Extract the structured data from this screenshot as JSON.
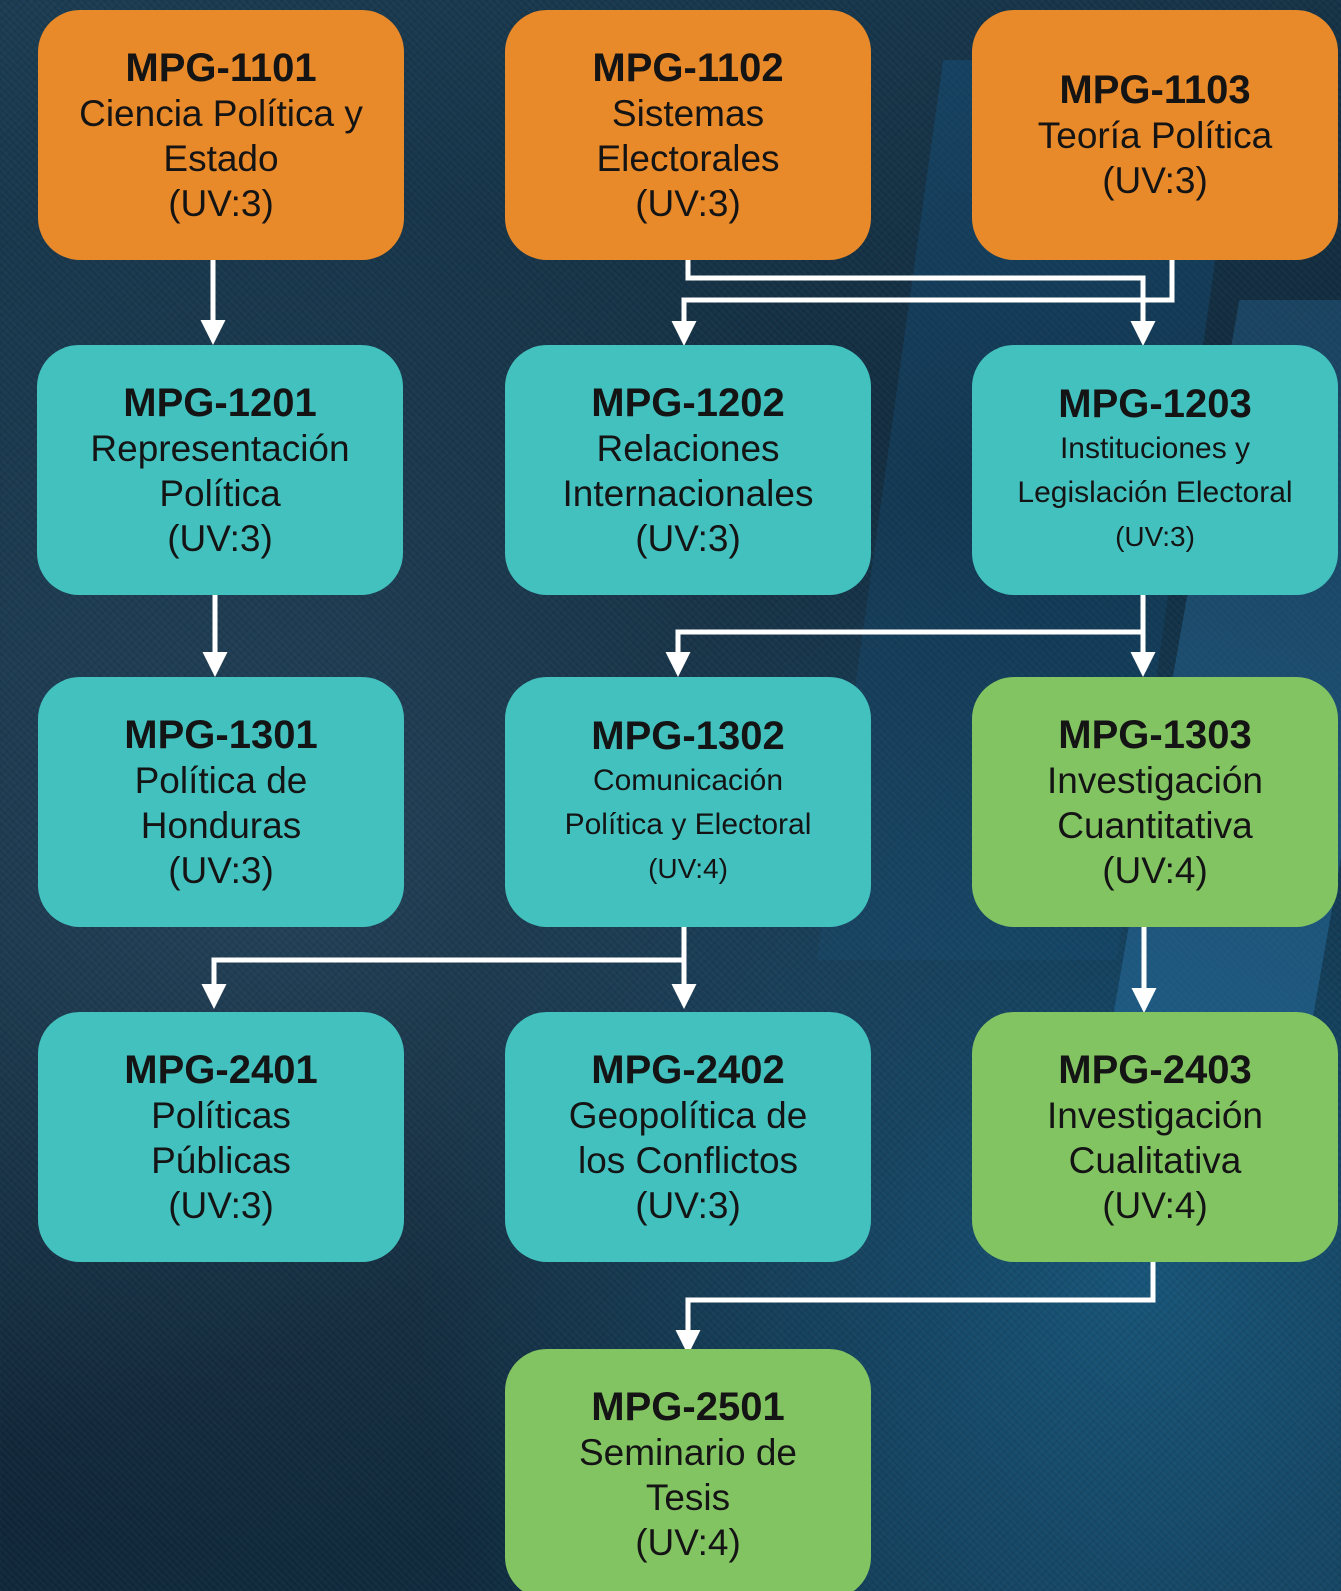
{
  "colors": {
    "year1": "#e8892a",
    "core": "#43c1bf",
    "research": "#83c462",
    "connector": "#ffffff"
  },
  "courses": {
    "mpg1101": {
      "code": "MPG-1101",
      "title_lines": [
        "Ciencia Política y",
        "Estado"
      ],
      "uv": "(UV:3)"
    },
    "mpg1102": {
      "code": "MPG-1102",
      "title_lines": [
        "Sistemas",
        "Electorales"
      ],
      "uv": "(UV:3)"
    },
    "mpg1103": {
      "code": "MPG-1103",
      "title_lines": [
        "Teoría Política"
      ],
      "uv": "(UV:3)"
    },
    "mpg1201": {
      "code": "MPG-1201",
      "title_lines": [
        "Representación",
        "Política"
      ],
      "uv": "(UV:3)"
    },
    "mpg1202": {
      "code": "MPG-1202",
      "title_lines": [
        "Relaciones",
        "Internacionales"
      ],
      "uv": "(UV:3)"
    },
    "mpg1203": {
      "code": "MPG-1203",
      "title_lines": [
        "Instituciones y",
        "Legislación Electoral"
      ],
      "uv": "(UV:3)"
    },
    "mpg1301": {
      "code": "MPG-1301",
      "title_lines": [
        "Política de",
        "Honduras"
      ],
      "uv": "(UV:3)"
    },
    "mpg1302": {
      "code": "MPG-1302",
      "title_lines": [
        "Comunicación",
        "Política y Electoral"
      ],
      "uv": "(UV:4)"
    },
    "mpg1303": {
      "code": "MPG-1303",
      "title_lines": [
        "Investigación",
        "Cuantitativa"
      ],
      "uv": "(UV:4)"
    },
    "mpg2401": {
      "code": "MPG-2401",
      "title_lines": [
        "Políticas",
        "Públicas"
      ],
      "uv": "(UV:3)"
    },
    "mpg2402": {
      "code": "MPG-2402",
      "title_lines": [
        "Geopolítica de",
        "los Conflictos"
      ],
      "uv": "(UV:3)"
    },
    "mpg2403": {
      "code": "MPG-2403",
      "title_lines": [
        "Investigación",
        "Cualitativa"
      ],
      "uv": "(UV:4)"
    },
    "mpg2501": {
      "code": "MPG-2501",
      "title_lines": [
        "Seminario de",
        "Tesis"
      ],
      "uv": "(UV:4)"
    }
  },
  "prerequisites": [
    {
      "from": "MPG-1101",
      "to": "MPG-1201"
    },
    {
      "from": "MPG-1102",
      "to": "MPG-1203"
    },
    {
      "from": "MPG-1103",
      "to": "MPG-1202"
    },
    {
      "from": "MPG-1201",
      "to": "MPG-1301"
    },
    {
      "from": "MPG-1203",
      "to": "MPG-1302"
    },
    {
      "from": "MPG-1203",
      "to": "MPG-1303"
    },
    {
      "from": "MPG-1302",
      "to": "MPG-2401"
    },
    {
      "from": "MPG-1302",
      "to": "MPG-2402"
    },
    {
      "from": "MPG-1303",
      "to": "MPG-2403"
    },
    {
      "from": "MPG-2403",
      "to": "MPG-2501"
    }
  ]
}
